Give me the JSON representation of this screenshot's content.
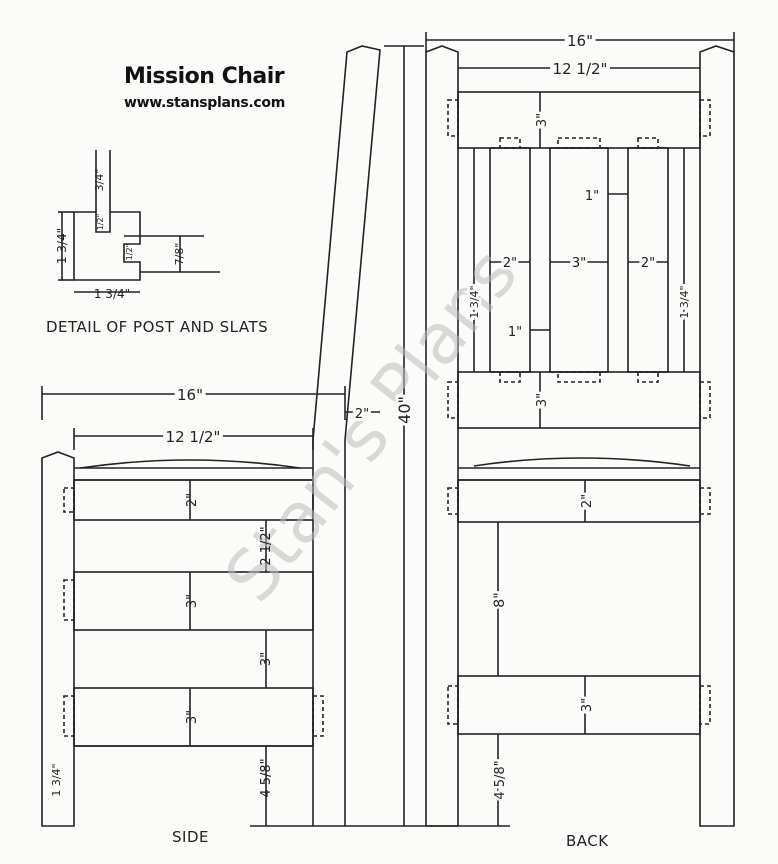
{
  "header": {
    "title": "Mission Chair",
    "url": "www.stansplans.com"
  },
  "watermark": "Stan's Plans",
  "detail": {
    "caption": "DETAIL OF POST AND SLATS",
    "dims": [
      "3/4\"",
      "1 3/4\"",
      "1/2\"",
      "1/2\"",
      "7/8\"",
      "1 3/4\""
    ]
  },
  "side": {
    "caption": "SIDE",
    "dims": {
      "overall_width": "16\"",
      "seat_width": "12 1/2\"",
      "rail_top": "2\"",
      "gap_1": "2 1/2\"",
      "rail_mid": "3\"",
      "gap_2": "3\"",
      "rail_low": "3\"",
      "leg_bottom": "4 5/8\"",
      "post_side": "1 3/4\"",
      "back_offset": "2\"",
      "height": "40\""
    }
  },
  "back": {
    "caption": "BACK",
    "dims": {
      "overall_width": "16\"",
      "inner_width": "12 1/2\"",
      "top_rail": "3\"",
      "slat_spacing": "1\"",
      "slat_outer": "2\"",
      "slat_center": "3\"",
      "slat_outer_right": "2\"",
      "gap_low": "1\"",
      "post_left": "1 3/4\"",
      "post_right": "1 3/4\"",
      "bottom_rail_back": "3\"",
      "seat_rail": "2\"",
      "seat_gap": "8\"",
      "lower_rail": "3\"",
      "leg_bottom": "4 5/8\""
    }
  }
}
